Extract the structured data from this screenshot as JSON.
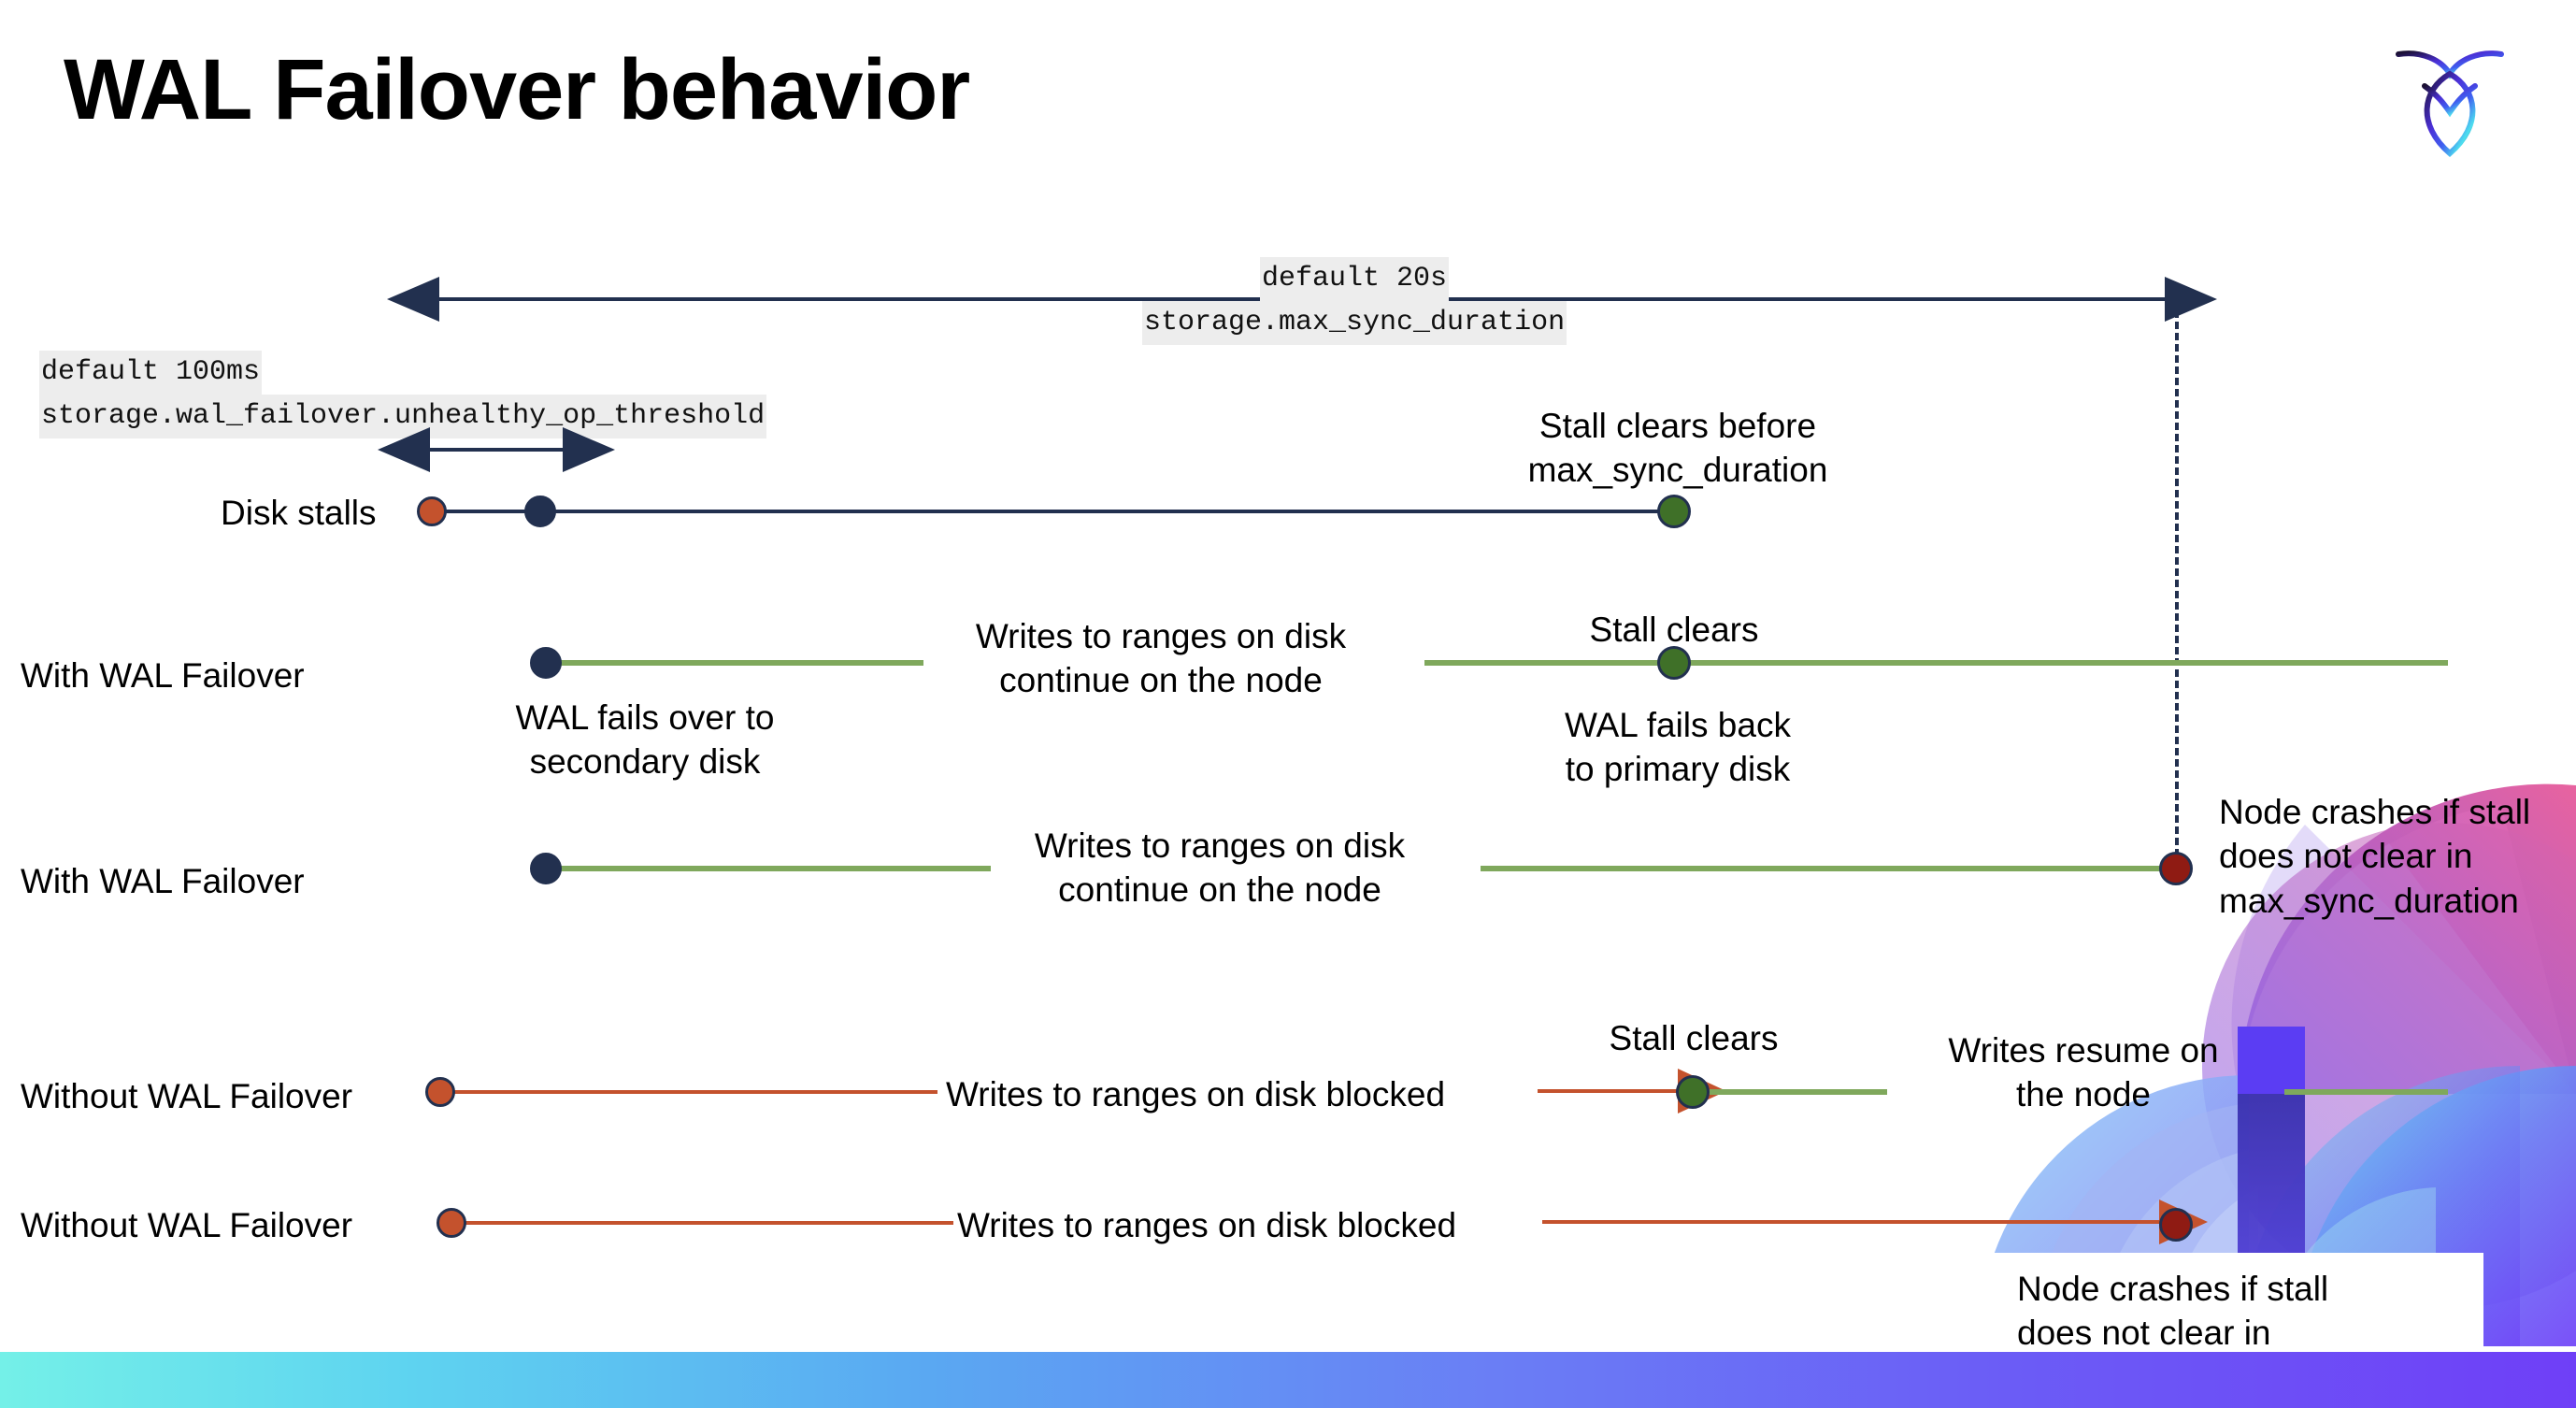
{
  "slide": {
    "title": "WAL Failover behavior",
    "logo": "cockroach-labs-logo"
  },
  "colors": {
    "navy": "#22304f",
    "green_line": "#7fa85c",
    "green_dot": "#3f7028",
    "orange": "#c4522d",
    "dark_red": "#8f1b13",
    "code_bg": "#ededed",
    "bottom_gradient_from": "#74f0e8",
    "bottom_gradient_to": "#6f3ff7"
  },
  "annotations": {
    "max_sync": {
      "line1": "default 20s",
      "line2": "storage.max_sync_duration"
    },
    "unhealthy_op": {
      "line1": "default 100ms",
      "line2": "storage.wal_failover.unhealthy_op_threshold"
    }
  },
  "rows": [
    {
      "id": "disk-stalls",
      "label": "Disk stalls",
      "notes": [
        {
          "id": "stall-clears-before",
          "text": "Stall clears before\nmax_sync_duration"
        }
      ]
    },
    {
      "id": "with-wal-failover-1",
      "label": "With WAL Failover",
      "notes": [
        {
          "id": "writes-continue-1",
          "text": "Writes to ranges on disk\ncontinue on the node"
        },
        {
          "id": "wal-fails-over",
          "text": "WAL fails over to\nsecondary disk"
        },
        {
          "id": "stall-clears-1",
          "text": "Stall clears"
        },
        {
          "id": "wal-fails-back",
          "text": "WAL fails  back\nto primary disk"
        }
      ]
    },
    {
      "id": "with-wal-failover-2",
      "label": "With WAL Failover",
      "notes": [
        {
          "id": "writes-continue-2",
          "text": "Writes to ranges on disk\ncontinue on the node"
        },
        {
          "id": "node-crashes-1",
          "text": "Node crashes if stall\ndoes not clear in\nmax_sync_duration"
        }
      ]
    },
    {
      "id": "without-wal-failover-1",
      "label": "Without WAL Failover",
      "notes": [
        {
          "id": "writes-blocked-1",
          "text": "Writes to ranges on disk  blocked"
        },
        {
          "id": "stall-clears-2",
          "text": "Stall clears"
        },
        {
          "id": "writes-resume",
          "text": "Writes resume on\nthe node"
        }
      ]
    },
    {
      "id": "without-wal-failover-2",
      "label": "Without WAL Failover",
      "notes": [
        {
          "id": "writes-blocked-2",
          "text": "Writes to ranges on disk  blocked"
        },
        {
          "id": "node-crashes-2",
          "text": "Node crashes if stall\ndoes not clear in\nmax_sync_duration"
        }
      ]
    }
  ]
}
